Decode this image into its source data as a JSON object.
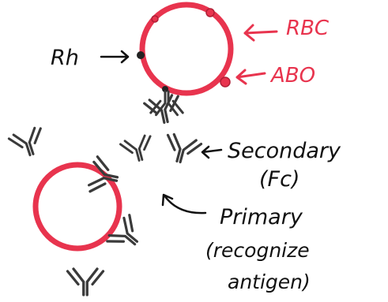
{
  "labels": {
    "rbc": "RBC",
    "abo": "ABO",
    "rh": "Rh",
    "secondary": "Secondary",
    "secondary_sub": "(Fc)",
    "primary": "Primary",
    "primary_sub1": "(recognize",
    "primary_sub2": "antigen)"
  },
  "colors": {
    "cell": "#e8344e",
    "antibody": "#3a3a3a",
    "ink": "#111111"
  }
}
